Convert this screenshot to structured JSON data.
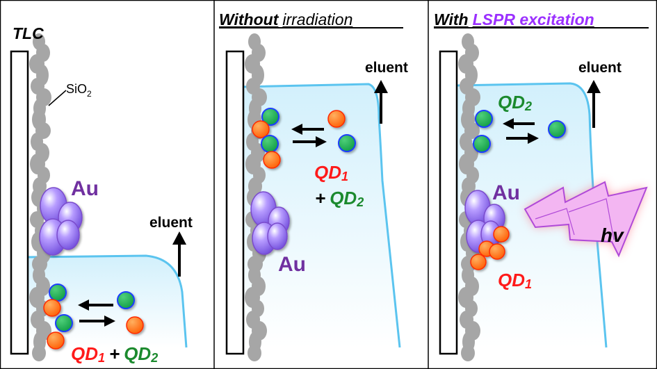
{
  "colors": {
    "border": "#000000",
    "silica": "#a6a6a6",
    "eluent_line": "#5bc4ef",
    "eluent_fill": "#cfeefb",
    "au": "#8f6cf2",
    "qd1": "#ff6a13",
    "qd1_text": "#ff1a1a",
    "qd2": "#10a64a",
    "qd2_text": "#1b8a2e",
    "qd_outline_blue": "#1a3cff",
    "qd_outline_red": "#ff2a00",
    "au_text": "#7030a0",
    "lspr_text": "#9b30ff",
    "light_glow": "#ff6b7d",
    "light_fill": "#f6a8f0"
  },
  "icons": {
    "arrow_up": "eluent-arrow-icon",
    "exchange": "exchange-arrows-icon",
    "light": "hv-light-icon"
  },
  "panel1": {
    "title": "TLC",
    "silica_label": "SiO",
    "silica_subscript": "2",
    "au_label": "Au",
    "eluent_label": "eluent",
    "qd1": "QD",
    "qd1_sub": "1",
    "plus": "+",
    "qd2": "QD",
    "qd2_sub": "2"
  },
  "panel2": {
    "title_bold": "Without",
    "title_rest": "irradiation",
    "eluent_label": "eluent",
    "qd1": "QD",
    "qd1_sub": "1",
    "plus": "+",
    "qd2": "QD",
    "qd2_sub": "2",
    "au_label": "Au"
  },
  "panel3": {
    "title_bold": "With",
    "title_rest": "LSPR excitation",
    "eluent_label": "eluent",
    "qd2": "QD",
    "qd2_sub": "2",
    "au_label": "Au",
    "hv": "hv",
    "qd1": "QD",
    "qd1_sub": "1"
  }
}
